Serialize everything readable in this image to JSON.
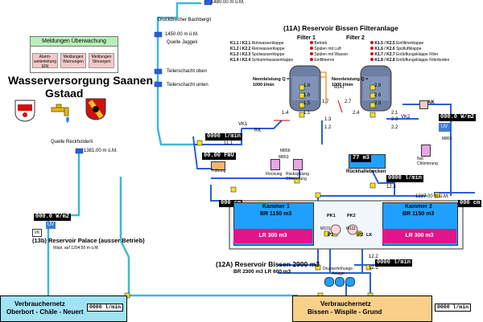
{
  "header": {
    "elevation_top": "1480.00 m ü.M."
  },
  "left": {
    "druckbrecher": "Druckbrecher Bachbergli",
    "elev_jaggeli": "1450.00 m ü.M.",
    "jaggeli": "Quelle Jaggeli",
    "teiler_oben": "Teilerschacht oben",
    "teiler_unten": "Teilerschacht unten",
    "reckholderli": "Quelle Reckholderli",
    "elev_reckholderli": "1381.00 m ü.M.",
    "palace_title": "(13b) Reservoir Palace (ausser Betrieb)",
    "palace_elev": "Wspl. auf 1204.50 m ü.M.",
    "uv_label": "UV",
    "palace_readout": "000.0 W/m2",
    "vk_label": "VK"
  },
  "alarms": {
    "title": "Meldungen Überwachung",
    "buttons": [
      "Alarm-weiterleitung EIN",
      "Meldungen Warnungen",
      "Meldungen Störungen"
    ]
  },
  "brand": {
    "line1": "Wasserversorgung Saanen",
    "line2": "Gstaad"
  },
  "filter": {
    "section_title": "(11A) Reservoir Bissen Filteranlage",
    "filter1_title": "Filter 1",
    "filter1_rate": "Nennleistung Q = 1000 l/min",
    "filter2_title": "Filter 2",
    "filter2_rate": "Nennleistung Q = 1000 l/min",
    "legend_left": [
      [
        "K1.1 / K2.1",
        "Rohwasserklappe"
      ],
      [
        "K1.2 / K2.2",
        "Reinwasserklappe"
      ],
      [
        "K1.3 / K2.3",
        "Spülwasserklappe"
      ],
      [
        "K1.4 / K2.4",
        "Schlammwasserklappe"
      ]
    ],
    "legend_mid": [
      "Betrieb",
      "Spülen mit Luft",
      "Spülen mit Wasser",
      "Einfiltrieren"
    ],
    "legend_right": [
      [
        "K1.5 / K2.5",
        "Einfiltrierklappe"
      ],
      [
        "K1.6 / K2.6",
        "Spülluftklappe"
      ],
      [
        "K1.7 / K2.7",
        "Entlüftungsklappe Filter"
      ],
      [
        "K1.8 / K2.8",
        "Entlüftungsklappe Filterboden"
      ]
    ],
    "valves_f1": [
      "1.1",
      "1.2",
      "1.3",
      "1.4",
      "1.5",
      "1.6",
      "1.7",
      "1.8"
    ],
    "valves_f2": [
      "2.1",
      "2.2",
      "2.3",
      "2.4",
      "2.5",
      "2.6",
      "2.7",
      "2.8"
    ],
    "m141": "M141",
    "rk": "RK",
    "vk1": "VK1",
    "vk2": "VK2",
    "ak": "AK",
    "flow_in": "0000 l/min",
    "flow_in_sub": "11.1",
    "fnu": "00.00 FNU",
    "trubung": "Trübung",
    "m853": "M853",
    "m856": "M856",
    "flockung": "Flockung",
    "ruckspulung": "Rückspülung Chlorierung",
    "ruckhaltebecken_level": "77 m3",
    "ruckhaltebecken": "Rückhaltebecken",
    "uv_readout": "000.0 W/m2",
    "uv_label": "UV",
    "m861": "M861",
    "notchlor": "Not Chlorierung",
    "flow_mid": "0000 l/min",
    "flow_mid_sub": "12.3"
  },
  "reservoir": {
    "elev": "1227.00 m ü.M.",
    "k1_level": "000 cm",
    "k1_name": "Kammer 1",
    "k1_vol": "BR 1150 m3",
    "k1_lr": "LR 300 m3",
    "k2_level": "000 cm",
    "k2_name": "Kammer 2",
    "k2_vol": "BR 1150 m3",
    "k2_lr": "LR 300 m3",
    "pk1": "PK1",
    "pk2": "PK2",
    "p1": "P1",
    "p2": "P2",
    "m101": "M101",
    "m111": "M111",
    "lk": "LK",
    "title": "(12A) Reservoir Bissen 2900 m3",
    "subtitle": "BR 2300 m3 LR 600 m3",
    "flow_out": "0000 l/min",
    "flow_out_sub1": "12.2",
    "flow_out_sub2": "12.1",
    "pressure_label": "Druckerhöhungs-Anlage"
  },
  "bottom": {
    "left_title": "Verbrauchernetz",
    "left_sub": "Oberbort - Chäle - Neuert",
    "left_flow": "0000 l/min",
    "right_title": "Verbrauchernetz",
    "right_sub": "Bissen - Wispile - Grund",
    "right_flow": "0000 l/min"
  },
  "colors": {
    "pipe_blue": "#2a5fd6",
    "pipe_cyan": "#3fb8d8",
    "tank_blue": "#1fa0ff",
    "lr_magenta": "#e2148a",
    "net_left": "#9fe3f4",
    "net_right": "#f9cf8a",
    "valve_yellow": "#f7e21d"
  }
}
